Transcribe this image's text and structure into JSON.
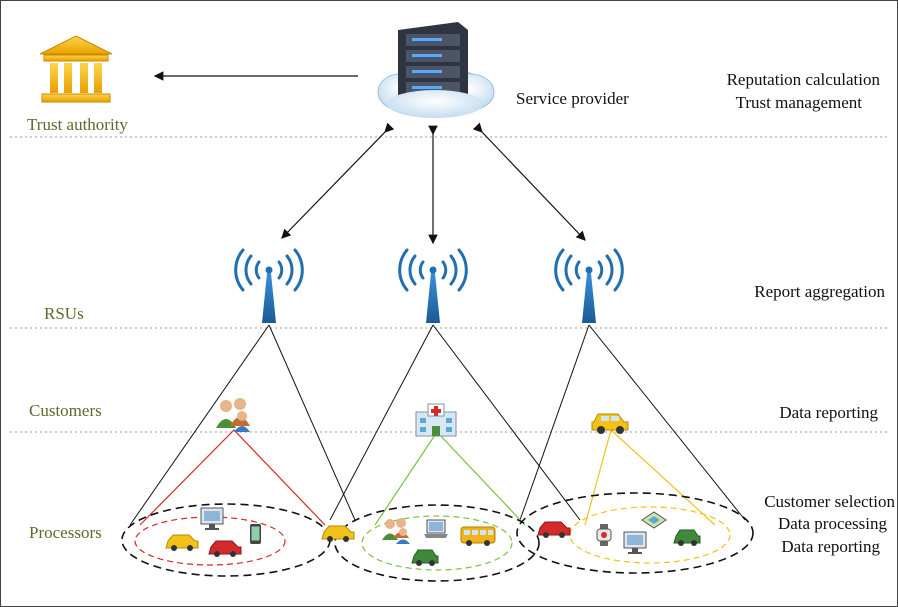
{
  "left_labels": {
    "trust_authority": "Trust authority",
    "rsus": "RSUs",
    "customers": "Customers",
    "processors": "Processors"
  },
  "center_labels": {
    "service_provider": "Service provider"
  },
  "right_labels": {
    "reputation_calculation": "Reputation calculation",
    "trust_management": "Trust management",
    "report_aggregation": "Report aggregation",
    "data_reporting": "Data reporting",
    "customer_selection": "Customer selection",
    "data_processing": "Data processing",
    "data_reporting_2": "Data reporting"
  },
  "icons": [
    "bank-icon",
    "server-cloud-icon",
    "rsu-antenna-icon",
    "users-icon",
    "hospital-icon",
    "car-icon",
    "monitor-icon",
    "phone-icon",
    "laptop-icon",
    "bus-icon",
    "watch-icon",
    "map-icon"
  ],
  "colors": {
    "label_green": "#5a6b2a",
    "rsu_blue": "#1f6fb2",
    "red_link": "#d42a2a",
    "green_link": "#7dc242",
    "yellow_link": "#f2c21a"
  }
}
